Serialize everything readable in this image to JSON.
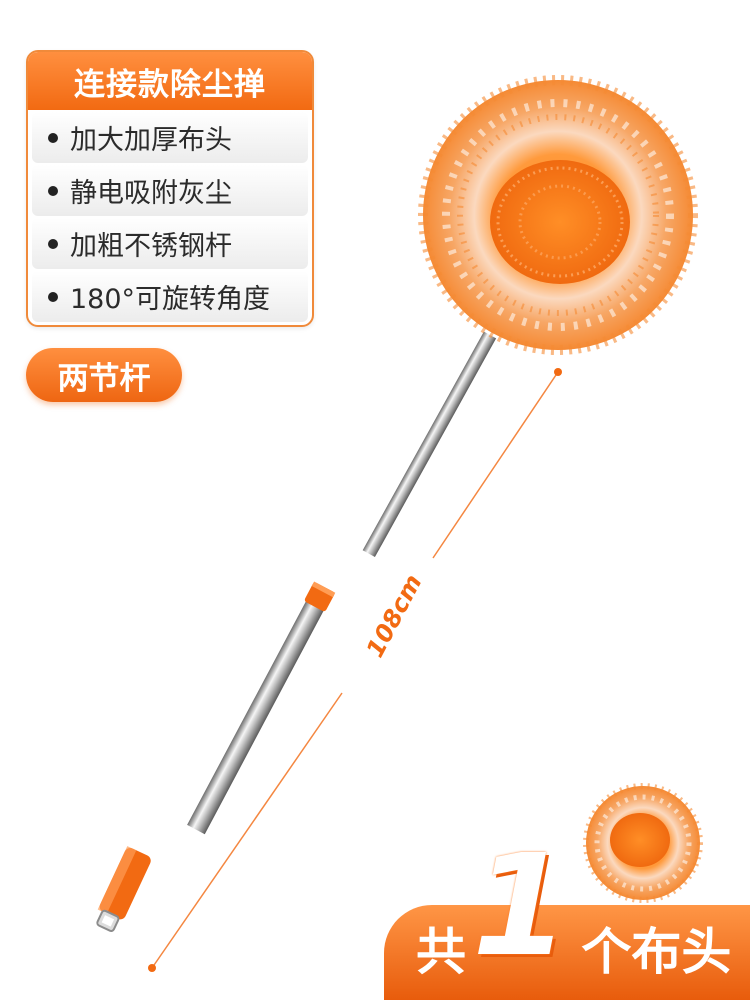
{
  "feature_card": {
    "title": "连接款除尘掸",
    "items": [
      "加大加厚布头",
      "静电吸附灰尘",
      "加粗不锈钢杆",
      "180°可旋转角度"
    ]
  },
  "rods_badge": "两节杆",
  "length_label": "108cm",
  "banner": {
    "prefix": "共",
    "count": "1",
    "suffix": "个布头"
  },
  "colors": {
    "accent": "#f26a12",
    "light_accent": "#ff9646",
    "text": "#2b2b2b"
  }
}
